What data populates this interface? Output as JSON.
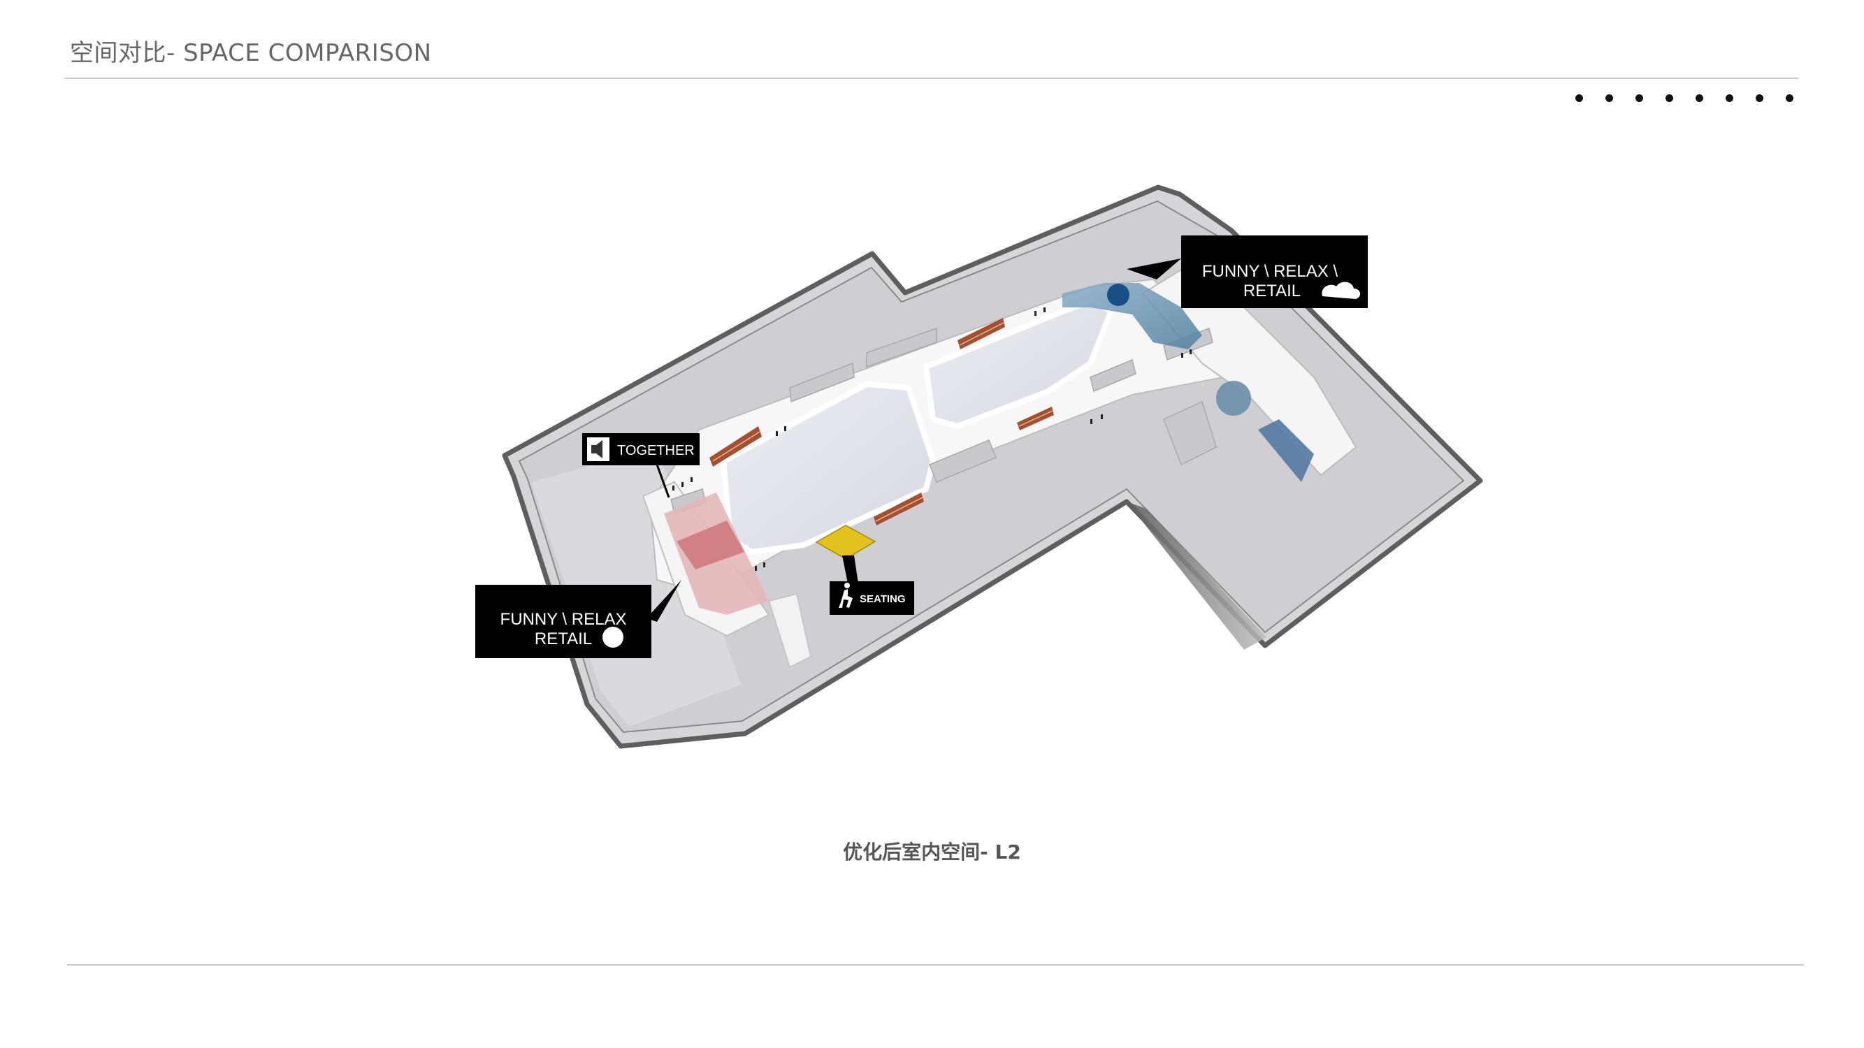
{
  "header": {
    "title": "空间对比- SPACE COMPARISON"
  },
  "pager": {
    "count": 8
  },
  "plan": {
    "callouts": {
      "together": "TOGETHER",
      "funny_top_line1": "FUNNY  \\  RELAX  \\",
      "funny_top_line2": "RETAIL",
      "funny_left_line1": "FUNNY  \\  RELAX",
      "funny_left_line2": "RETAIL",
      "seating": "SEATING"
    },
    "colors": {
      "shell": "#d4d3d6",
      "shell_edge": "#6e6e6e",
      "corridor": "#f7f7f7",
      "atrium": "#dfe1e8",
      "pink_zone": "#d98b8e",
      "yellow_zone": "#e3c21e",
      "blue_zone": "#5f8fb0",
      "escalator": "#a4502e",
      "callout_bg": "#000000"
    }
  },
  "caption": "优化后室内空间- L2"
}
